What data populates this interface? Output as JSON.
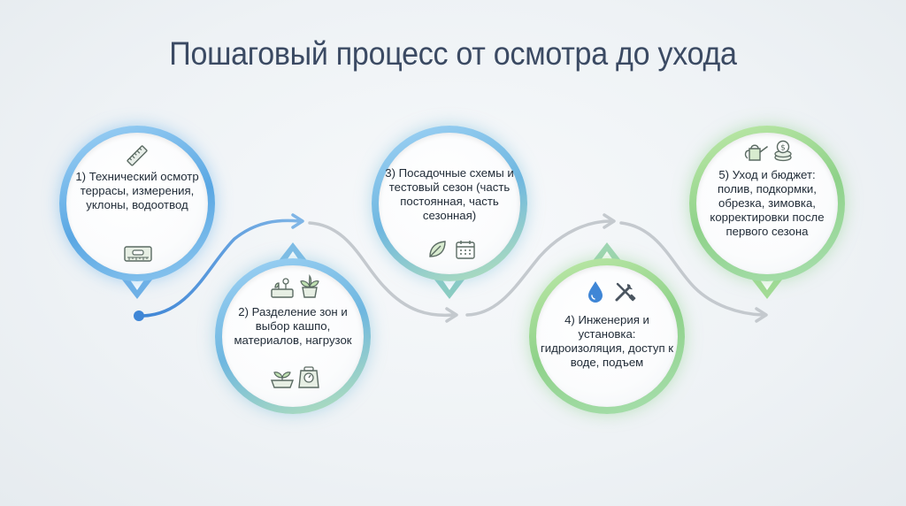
{
  "title": "Пошаговый процесс от осмотра до ухода",
  "steps": [
    {
      "text": "1) Технический осмотр террасы, измерения, уклоны, водоотвод",
      "icons": [
        "ruler-icon",
        "level-icon"
      ]
    },
    {
      "text": "2) Разделение зон и выбор кашпо, материалов, нагрузок",
      "icons": [
        "planter-icon",
        "potted-plant-icon",
        "seedling-tray-icon",
        "weight-scale-icon"
      ]
    },
    {
      "text": "3) Посадочные схемы и тестовый сезон (часть постоянная, часть сезонная)",
      "icons": [
        "leaf-icon",
        "calendar-icon"
      ]
    },
    {
      "text": "4) Инженерия и установка: гидроизоляция, доступ к воде, подъем",
      "icons": [
        "water-drop-icon",
        "wrench-screwdriver-icon"
      ]
    },
    {
      "text": "5) Уход и бюджет: полив, подкормки, обрезка, зимовка, корректировки после первого сезона",
      "icons": [
        "watering-can-icon",
        "coins-icon"
      ]
    }
  ],
  "colors": {
    "title": "#3b4a63",
    "blue_ring": "#5aa7e3",
    "green_ring": "#8fd28a",
    "arrow_blue": "#4a90d9",
    "arrow_gray": "#c4c9ce",
    "icon": "#5b6b63"
  }
}
